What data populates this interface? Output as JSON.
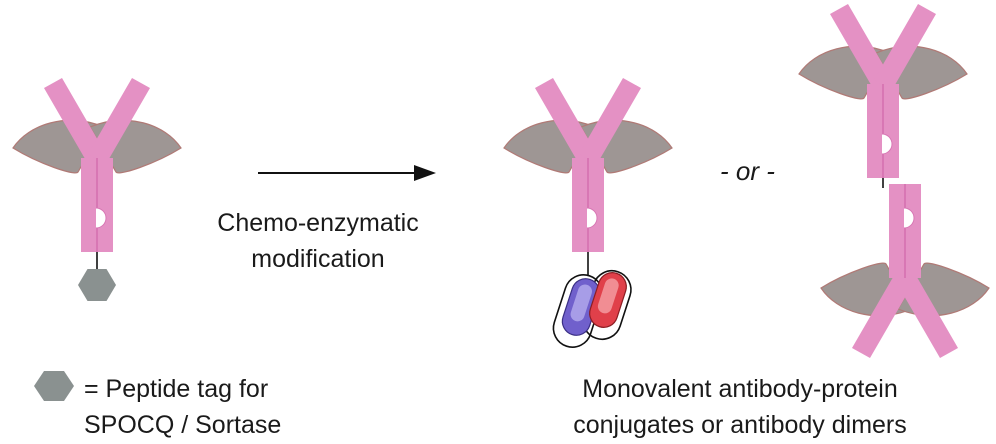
{
  "step_label": {
    "line1": "Chemo-enzymatic",
    "line2": "modification"
  },
  "or_label": "- or -",
  "legend": {
    "line1": "= Peptide tag for",
    "line2": "SPOCQ / Sortase"
  },
  "result_label": {
    "line1": "Monovalent antibody-protein",
    "line2": "conjugates or antibody dimers"
  },
  "colors": {
    "antibody_pink": "#e491c4",
    "antibody_pink_dark": "#d877b4",
    "fab_gray": "#9e9694",
    "fab_edge": "#b07a76",
    "tag_gray": "#8a9190",
    "protein_blue": "#7060cc",
    "protein_red": "#e0404a"
  }
}
